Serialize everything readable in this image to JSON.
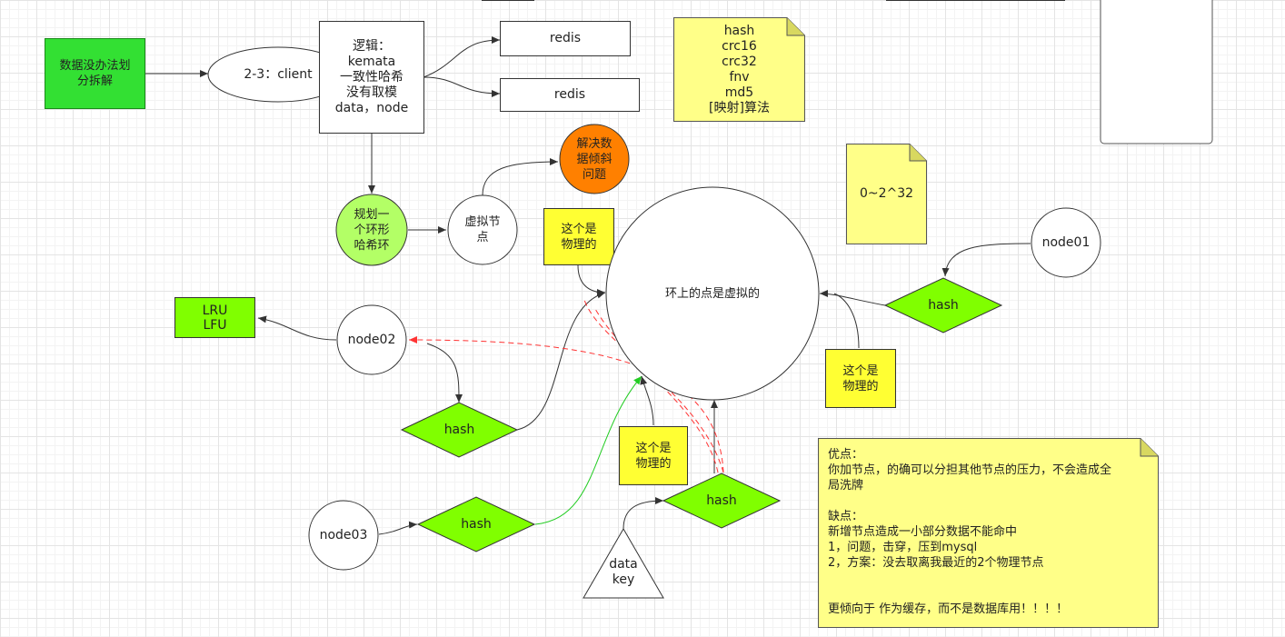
{
  "nodes": {
    "data_split": "数据没办法划\n分拆解",
    "client": "2-3：client",
    "logic": "逻辑：\nkemata\n一致性哈希\n没有取模\ndata，node",
    "redis_1": "redis",
    "redis_2": "redis",
    "algorithms": "hash\ncrc16\ncrc32\nfnv\nmd5\n[映射]算法",
    "range": "0~2^32",
    "hash_ring": "规划一\n个环形\n哈希环",
    "virtual_node": "虚拟节\n点",
    "data_skew": "解决数\n据倾斜\n问题",
    "physical_top": "这个是\n物理的",
    "ring_circle": "环上的点是虚拟的",
    "node01": "node01",
    "hash_right": "hash",
    "physical_right": "这个是\n物理的",
    "lru_lfu": "LRU\nLFU",
    "node02": "node02",
    "hash_left": "hash",
    "node03": "node03",
    "hash_bottom_left": "hash",
    "physical_mid": "这个是\n物理的",
    "hash_bottom": "hash",
    "data_key": "data\nkey"
  },
  "note": "优点：\n你加节点，的确可以分担其他节点的压力，不会造成全\n局洗牌\n\n缺点：\n新增节点造成一小部分数据不能命中\n1，问题，击穿，压到mysql\n2，方案：没去取离我最近的2个物理节点\n\n\n更倾向于 作为缓存，而不是数据库用！！！！",
  "colors": {
    "green_dark": "#33e033",
    "green_light": "#80ff00",
    "green_pale": "#b3ff66",
    "orange": "#ff8000",
    "note_yellow": "#ffff88",
    "label_yellow": "#ffff33",
    "red_dashed": "#ff3333"
  }
}
